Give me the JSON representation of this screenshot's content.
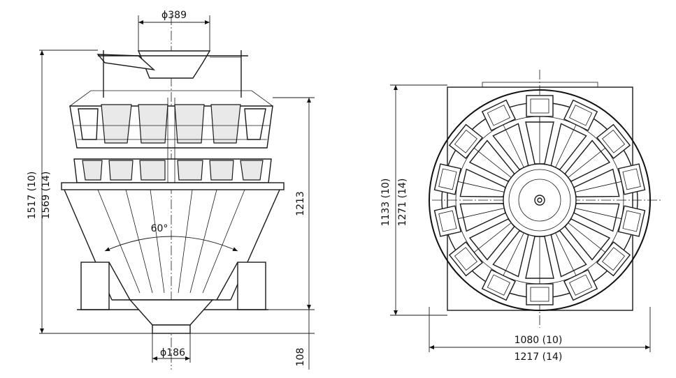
{
  "front_view": {
    "top_hopper_diameter": "ϕ389",
    "outlet_diameter": "ϕ186",
    "cone_angle": "60°",
    "total_height_10": "1517 (10)",
    "total_height_14": "1569 (14)",
    "frame_height": "1213",
    "outlet_height": "108"
  },
  "top_view": {
    "depth_10": "1133 (10)",
    "depth_14": "1271 (14)",
    "width_10": "1080 (10)",
    "width_14": "1217 (14)"
  },
  "colors": {
    "line": "#1a1a1a",
    "background": "#ffffff"
  }
}
